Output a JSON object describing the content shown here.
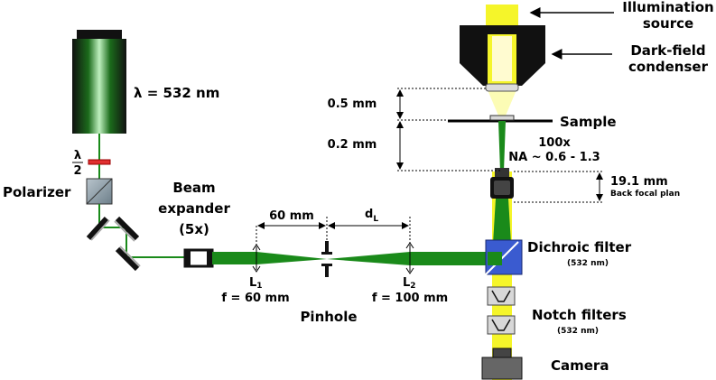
{
  "labels": {
    "illumination_1": "Illumination",
    "illumination_2": "source",
    "darkfield_1": "Dark-field",
    "darkfield_2": "condenser",
    "wavelength": "λ = 532 nm",
    "half_wave_num": "λ",
    "half_wave_den": "2",
    "polarizer": "Polarizer",
    "beam_exp_1": "Beam",
    "beam_exp_2": "expander",
    "beam_exp_3": "(5x)",
    "dist_60": "60 mm",
    "dist_dl_main": "d",
    "dist_dl_sub": "L",
    "lens1_main": "L",
    "lens1_sub": "1",
    "lens1_f": "f = 60 mm",
    "lens2_main": "L",
    "lens2_sub": "2",
    "lens2_f": "f = 100 mm",
    "pinhole": "Pinhole",
    "dist_05": "0.5 mm",
    "dist_02": "0.2 mm",
    "sample": "Sample",
    "objective_mag": "100x",
    "objective_na": "NA ~ 0.6 - 1.3",
    "dist_191": "19.1 mm",
    "back_focal": "Back focal plan",
    "dichroic": "Dichroic filter",
    "dichroic_wl": "(532 nm)",
    "notch": "Notch filters",
    "notch_wl": "(532 nm)",
    "camera": "Camera"
  },
  "colors": {
    "laser_green": "#1a8a1a",
    "illumination_yellow": "#f5f52a",
    "body_black": "#111111",
    "filter_blue": "#3a5bd0",
    "half_wave_red": "#e03030"
  }
}
